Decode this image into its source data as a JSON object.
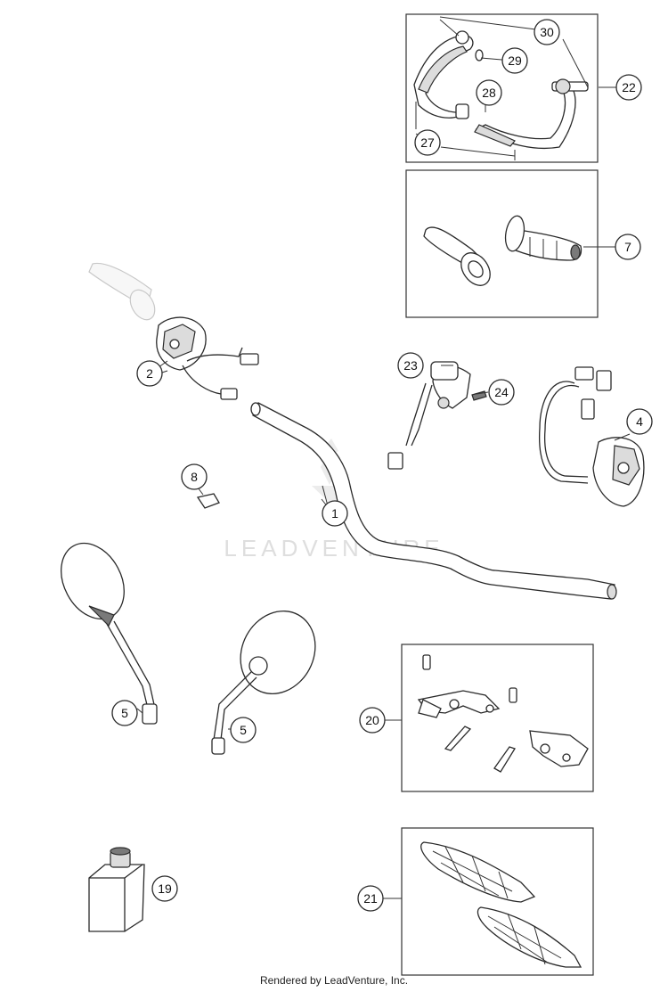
{
  "watermark": "LEADVENTURE",
  "footer": "Rendered by LeadVenture, Inc.",
  "callouts": {
    "c1": "1",
    "c2": "2",
    "c4": "4",
    "c5a": "5",
    "c5b": "5",
    "c7": "7",
    "c8": "8",
    "c19": "19",
    "c20": "20",
    "c21": "21",
    "c22": "22",
    "c23": "23",
    "c24": "24",
    "c27": "27",
    "c28": "28",
    "c29": "29",
    "c30": "30"
  }
}
